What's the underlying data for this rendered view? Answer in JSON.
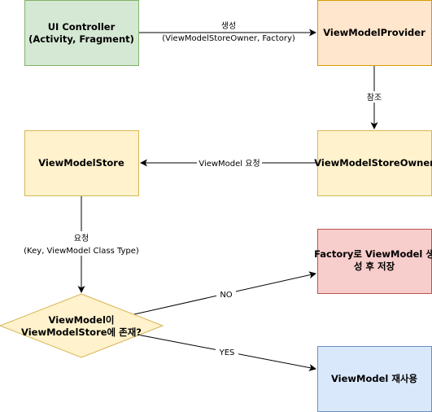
{
  "colors": {
    "green_fill": "#d5e8d4",
    "green_stroke": "#82b366",
    "orange_fill": "#ffe6cc",
    "orange_stroke": "#d79b00",
    "yellow_fill": "#fff2cc",
    "yellow_stroke": "#d6b656",
    "red_fill": "#f8cecc",
    "red_stroke": "#b85450",
    "blue_fill": "#dae8fc",
    "blue_stroke": "#6c8ebf",
    "edge": "#000000"
  },
  "nodes": {
    "ui_controller": {
      "line1": "UI Controller",
      "line2": "(Activity, Fragment)"
    },
    "viewmodel_provider": {
      "label": "ViewModelProvider"
    },
    "viewmodel_store_owner": {
      "label": "ViewModelStoreOwner"
    },
    "viewmodel_store": {
      "label": "ViewModelStore"
    },
    "decision": {
      "line1": "ViewModel이",
      "line2": "ViewModelStore에 존재?"
    },
    "factory_create": {
      "line1": "Factory로 ViewModel 생",
      "line2": "성 후 저장"
    },
    "viewmodel_reuse": {
      "label": "ViewModel 재사용"
    }
  },
  "edges": {
    "create": {
      "line1": "생성",
      "line2": "(ViewModelStoreOwner, Factory)"
    },
    "reference": {
      "label": "참조"
    },
    "request_vm": {
      "label": "ViewModel 요청"
    },
    "request": {
      "line1": "요청",
      "line2": "(Key, ViewModel Class Type)"
    },
    "no": {
      "label": "NO"
    },
    "yes": {
      "label": "YES"
    }
  }
}
